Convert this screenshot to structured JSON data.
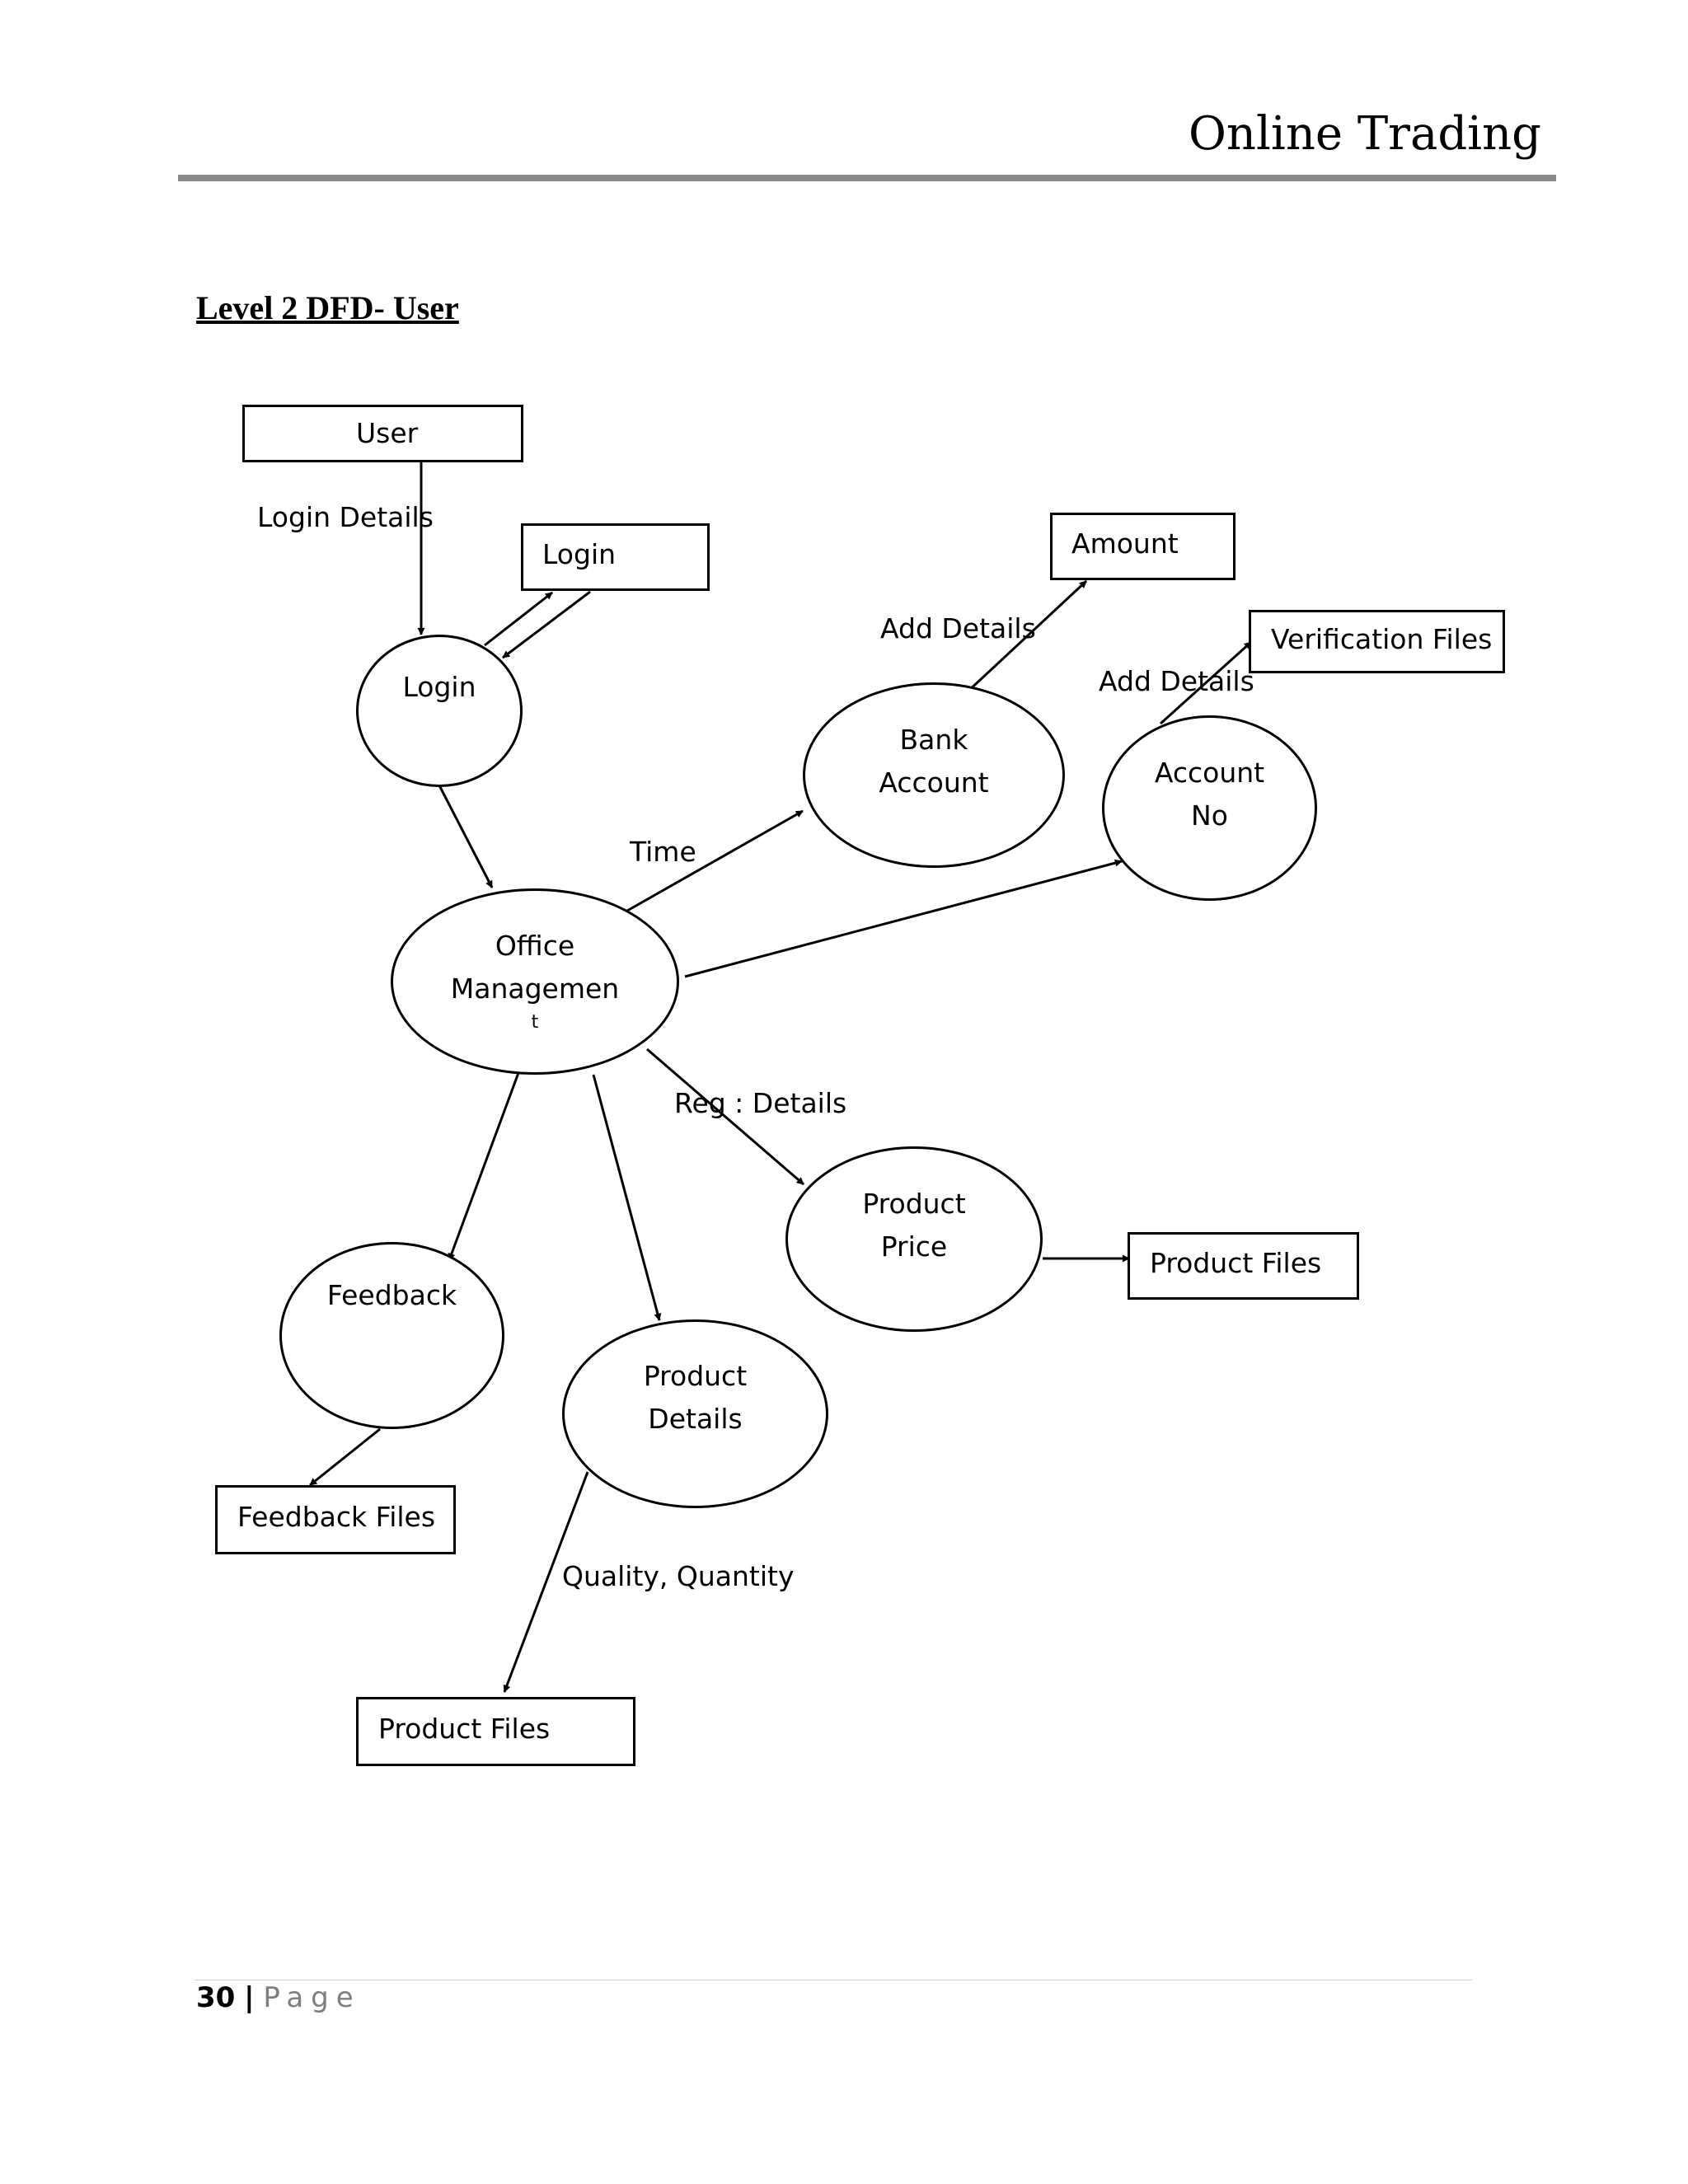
{
  "header": {
    "title": "Online Trading"
  },
  "section_title": "Level 2 DFD- User",
  "diagram": {
    "entities": {
      "user": "User",
      "login_store": "Login",
      "amount": "Amount",
      "verification_files": "Verification Files",
      "product_files_right": "Product Files",
      "feedback_files": "Feedback Files",
      "product_files_bottom": "Product Files"
    },
    "processes": {
      "login": [
        "Login"
      ],
      "bank_account": [
        "Bank",
        "Account"
      ],
      "account_no": [
        "Account",
        "No"
      ],
      "office_management": [
        "Office",
        "Managemen",
        "t"
      ],
      "product_price": [
        "Product",
        "Price"
      ],
      "feedback": [
        "Feedback"
      ],
      "product_details": [
        "Product",
        "Details"
      ]
    },
    "flows": {
      "login_details": "Login Details",
      "add_details_amount": "Add Details",
      "add_details_verification": "Add Details",
      "time": "Time",
      "reg_details": "Reg : Details",
      "quality_quantity": "Quality, Quantity"
    }
  },
  "footer": {
    "page_number": "30",
    "separator": "|",
    "page_label": "Page"
  }
}
